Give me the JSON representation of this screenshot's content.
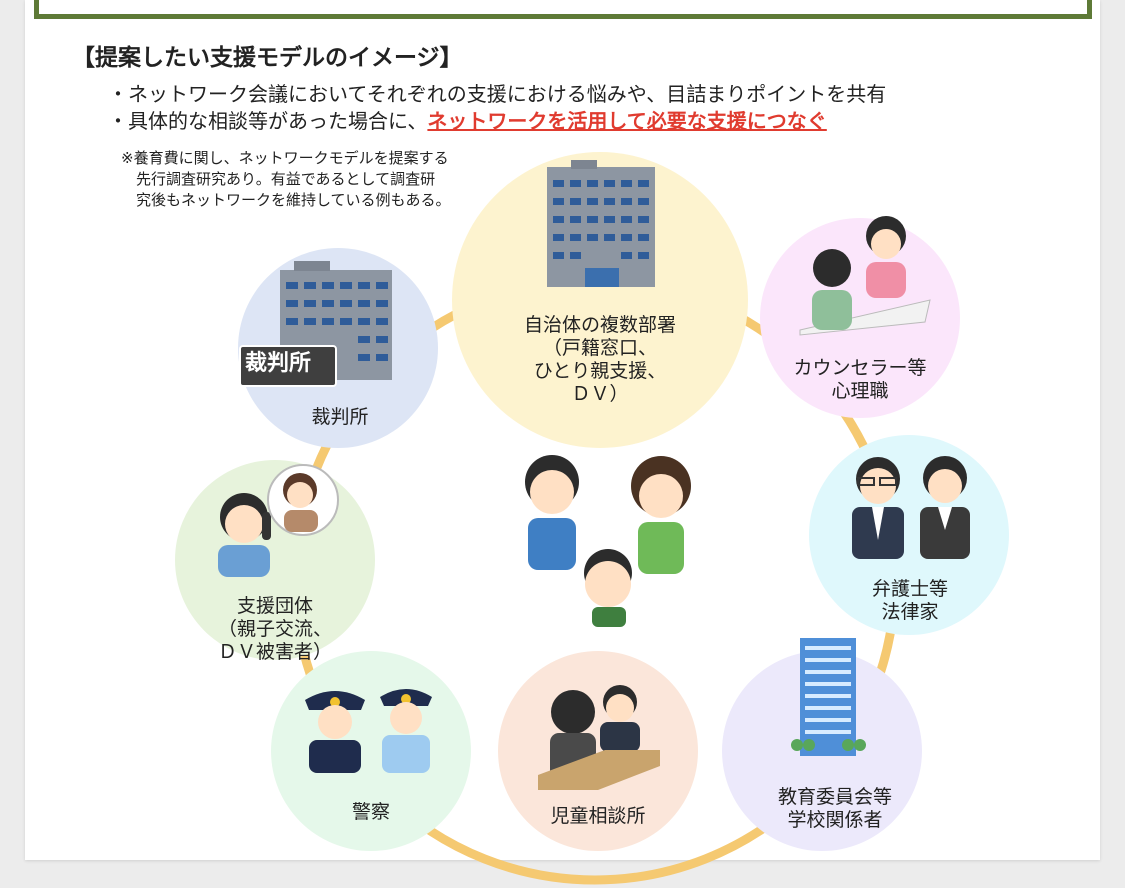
{
  "header": {
    "title": "【提案したい支援モデルのイメージ】",
    "bullet1": "・ネットワーク会議においてそれぞれの支援における悩みや、目詰まりポイントを共有",
    "bullet2_prefix": "・具体的な相談等があった場合に、",
    "bullet2_highlight": "ネットワークを活用して必要な支援につなぐ",
    "note": "※養育費に関し、ネットワークモデルを提案する\n　先行調査研究あり。有益であるとして調査研\n　究後もネットワークを維持している例もある。"
  },
  "nodes": {
    "municipality": "自治体の複数部署\n（戸籍窓口、\nひとり親支援、\nＤＶ）",
    "counselor": "カウンセラー等\n心理職",
    "court": "裁判所",
    "court_sign": "裁判所",
    "lawyer": "弁護士等\n法律家",
    "support_group": "支援団体\n（親子交流、\nＤＶ被害者）",
    "police": "警察",
    "child_center": "児童相談所",
    "education": "教育委員会等\n学校関係者"
  },
  "colors": {
    "border_green": "#5e7a37",
    "highlight_red": "#e03b2f",
    "connector": "#f5c971",
    "municipality": "#fdf3cf",
    "counselor": "#fbe6fb",
    "court": "#dde5f5",
    "lawyer": "#dff8fc",
    "support_group": "#e7f3dc",
    "police": "#e5f8ea",
    "child_center": "#fbe6da",
    "education": "#ece9fb"
  }
}
